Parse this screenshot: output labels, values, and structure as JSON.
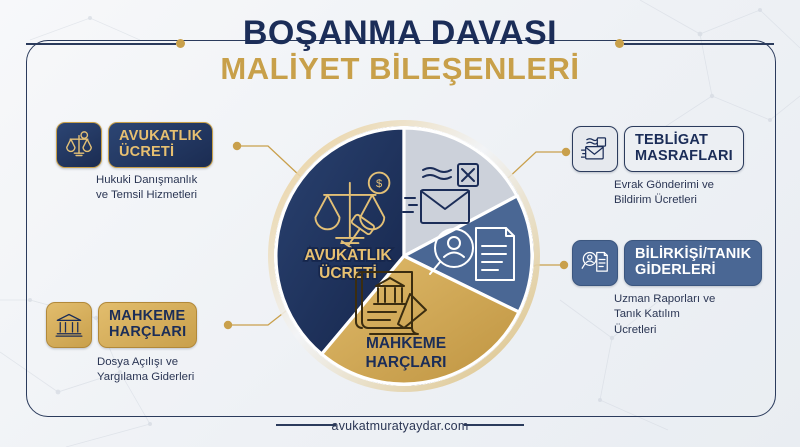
{
  "header": {
    "title_line1": "BOŞANMA DAVASI",
    "title_line2": "MALİYET BİLEŞENLERİ"
  },
  "footer": {
    "url": "avukatmuratyaydar.com"
  },
  "colors": {
    "navy": "#1f3360",
    "navy_dark": "#1b2d58",
    "gold": "#c9a04c",
    "gold_light": "#e2bd6d",
    "light_gray": "#ccd1da",
    "steel_blue": "#4a6794",
    "ring": "#1f3360",
    "background": "#f2f4f7",
    "text_dark": "#2b3654"
  },
  "cards": [
    {
      "id": "avukatlik-ucreti",
      "title_line1": "AVUKATLIK",
      "title_line2": "ÜCRETİ",
      "desc_line1": "Hukuki Danışmanlık",
      "desc_line2": "ve Temsil Hizmetleri",
      "icon": "scales-gavel-icon",
      "variant": "navy"
    },
    {
      "id": "mahkeme-harclari",
      "title_line1": "MAHKEME",
      "title_line2": "HARÇLARI",
      "desc_line1": "Dosya Açılışı ve",
      "desc_line2": "Yargılama Giderleri",
      "icon": "courthouse-icon",
      "variant": "gold"
    },
    {
      "id": "tebligat-masraflari",
      "title_line1": "TEBLİGAT",
      "title_line2": "MASRAFLARI",
      "desc_line1": "Evrak Gönderimi ve",
      "desc_line2": "Bildirim Ücretleri",
      "icon": "envelope-mail-icon",
      "variant": "light"
    },
    {
      "id": "bilirkisi-tanik-giderleri",
      "title_line1": "BİLİRKİŞİ/TANIK",
      "title_line2": "GİDERLERİ",
      "desc_line1": "Uzman Raporları ve",
      "desc_line2": "Tanık Katılım",
      "desc_line3": "Ücretleri",
      "icon": "magnifier-document-icon",
      "variant": "blue"
    }
  ],
  "chart_data": {
    "type": "pie",
    "title": "BOŞANMA DAVASI MALİYET BİLEŞENLERİ",
    "legend_position": "left-and-right callouts",
    "center": [
      138,
      138
    ],
    "radius": 128,
    "categories": [
      "AVUKATLIK ÜCRETİ",
      "TEBLİGAT MASRAFLARI",
      "BİLİRKİŞİ/TANIK GİDERLERİ",
      "MAHKEME HARÇLARI"
    ],
    "values": [
      38.9,
      17.2,
      15.0,
      28.9
    ],
    "slices": [
      {
        "label": "AVUKATLIK ÜCRETİ",
        "in_slice_label_line1": "AVUKATLIK",
        "in_slice_label_line2": "ÜCRETİ",
        "start_angle": 220,
        "end_angle": 360,
        "sweep": 140,
        "percent": 38.9,
        "color": "#1f3360",
        "label_color": "#e7c071",
        "icon": "scales-gavel-icon"
      },
      {
        "label": "TEBLİGAT MASRAFLARI",
        "in_slice_label_line1": "",
        "in_slice_label_line2": "",
        "start_angle": 0,
        "end_angle": 62,
        "sweep": 62,
        "percent": 17.2,
        "color": "#ccd1da",
        "label_color": "#1b2d58",
        "icon": "envelope-mail-icon"
      },
      {
        "label": "BİLİRKİŞİ/TANIK GİDERLERİ",
        "in_slice_label_line1": "",
        "in_slice_label_line2": "",
        "start_angle": 62,
        "end_angle": 116,
        "sweep": 54,
        "percent": 15.0,
        "color": "#4a6794",
        "label_color": "#ffffff",
        "icon": "magnifier-document-icon"
      },
      {
        "label": "MAHKEME HARÇLARI",
        "in_slice_label_line1": "MAHKEME",
        "in_slice_label_line2": "HARÇLARI",
        "start_angle": 116,
        "end_angle": 220,
        "sweep": 104,
        "percent": 28.9,
        "color": "#c9a04c",
        "label_color": "#1b2d58",
        "icon": "scroll-courthouse-pen-icon"
      }
    ]
  }
}
